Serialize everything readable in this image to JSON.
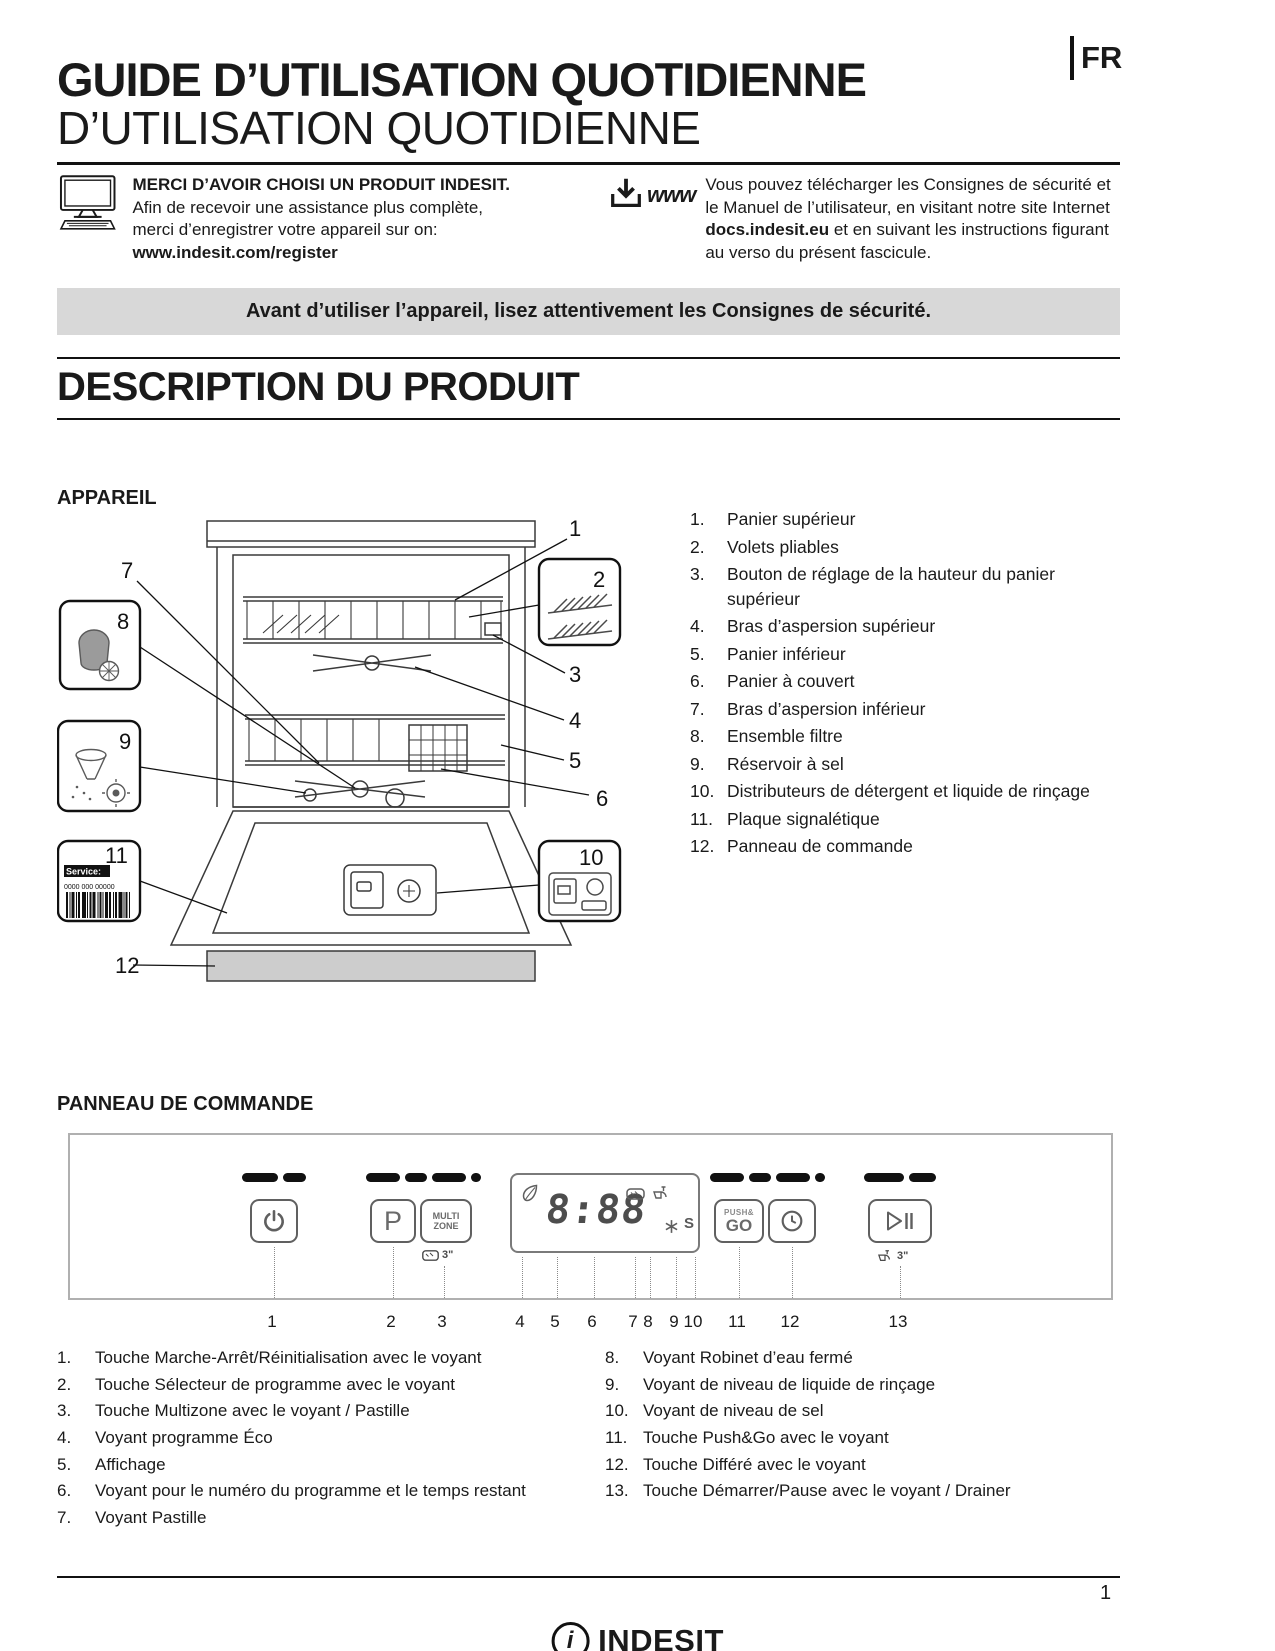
{
  "header": {
    "lang": "FR",
    "title_line1": "GUIDE D’UTILISATION QUOTIDIENNE",
    "title_line2": "D’UTILISATION QUOTIDIENNE"
  },
  "intro": {
    "register_heading": "MERCI D’AVOIR CHOISI UN PRODUIT INDESIT.",
    "register_body": "Afin de recevoir une assistance plus complète, merci d’enregistrer votre appareil sur on:",
    "register_link": "www.indesit.com/register",
    "download_www": "www",
    "download_pre": "Vous pouvez télécharger les Consignes de sécurité et le  Manuel de l’utilisateur, en visitant notre site Internet ",
    "download_link": "docs.indesit.eu",
    "download_post": " et en suivant les instructions figurant au verso du présent fascicule.",
    "warning": "Avant d’utiliser l’appareil, lisez attentivement les Consignes de sécurité."
  },
  "product": {
    "section_heading": "DESCRIPTION DU PRODUIT",
    "appliance_heading": "APPAREIL",
    "appliance_items": [
      {
        "num": "1.",
        "label": "Panier supérieur"
      },
      {
        "num": "2.",
        "label": "Volets pliables"
      },
      {
        "num": "3.",
        "label": "Bouton de réglage de la hauteur du panier supérieur"
      },
      {
        "num": "4.",
        "label": "Bras d’aspersion supérieur"
      },
      {
        "num": "5.",
        "label": "Panier inférieur"
      },
      {
        "num": "6.",
        "label": "Panier à couvert"
      },
      {
        "num": "7.",
        "label": "Bras d’aspersion inférieur"
      },
      {
        "num": "8.",
        "label": "Ensemble filtre"
      },
      {
        "num": "9.",
        "label": "Réservoir à sel"
      },
      {
        "num": "10.",
        "label": "Distributeurs de détergent et liquide de rinçage"
      },
      {
        "num": "11.",
        "label": "Plaque signalétique"
      },
      {
        "num": "12.",
        "label": "Panneau de commande"
      }
    ],
    "diagram": {
      "callouts": [
        "1",
        "2",
        "3",
        "4",
        "5",
        "6",
        "7",
        "8",
        "9",
        "10",
        "11",
        "12"
      ],
      "service_label": "Service:",
      "service_code": "0000 000 00000"
    }
  },
  "panel": {
    "heading": "PANNEAU DE COMMANDE",
    "buttons": {
      "program": "P",
      "multizone_line1": "MULTI",
      "multizone_line2": "ZONE",
      "pushgo_line1": "PUSH&",
      "pushgo_line2": "GO"
    },
    "display_digits": "8:88",
    "salt_symbol": "S",
    "tablet_time": "3\"",
    "drain_time": "3\"",
    "numbers": [
      "1",
      "2",
      "3",
      "4",
      "5",
      "6",
      "7",
      "8",
      "9",
      "10",
      "11",
      "12",
      "13"
    ],
    "legend_left": [
      {
        "num": "1.",
        "label": "Touche Marche-Arrêt/Réinitialisation avec le voyant"
      },
      {
        "num": "2.",
        "label": "Touche Sélecteur de programme avec le voyant"
      },
      {
        "num": "3.",
        "label": "Touche Multizone avec le voyant / Pastille"
      },
      {
        "num": "4.",
        "label": "Voyant programme Éco"
      },
      {
        "num": "5.",
        "label": "Affichage"
      },
      {
        "num": "6.",
        "label": "Voyant pour le numéro du programme et le temps restant"
      },
      {
        "num": "7.",
        "label": "Voyant Pastille"
      }
    ],
    "legend_right": [
      {
        "num": "8.",
        "label": "Voyant Robinet d’eau fermé"
      },
      {
        "num": "9.",
        "label": "Voyant de niveau de liquide de rinçage"
      },
      {
        "num": "10.",
        "label": "Voyant de niveau de sel"
      },
      {
        "num": "11.",
        "label": "Touche Push&Go avec le voyant"
      },
      {
        "num": "12.",
        "label": "Touche Différé avec le voyant"
      },
      {
        "num": "13.",
        "label": "Touche Démarrer/Pause avec le voyant / Drainer"
      }
    ]
  },
  "footer": {
    "brand": "INDESIT",
    "brand_mark": "i",
    "page_number": "1"
  },
  "colors": {
    "ink": "#1a1a1a",
    "banner_bg": "#d8d8d8",
    "panel_border": "#b0b0b0",
    "control_ink": "#5f5f5f"
  }
}
